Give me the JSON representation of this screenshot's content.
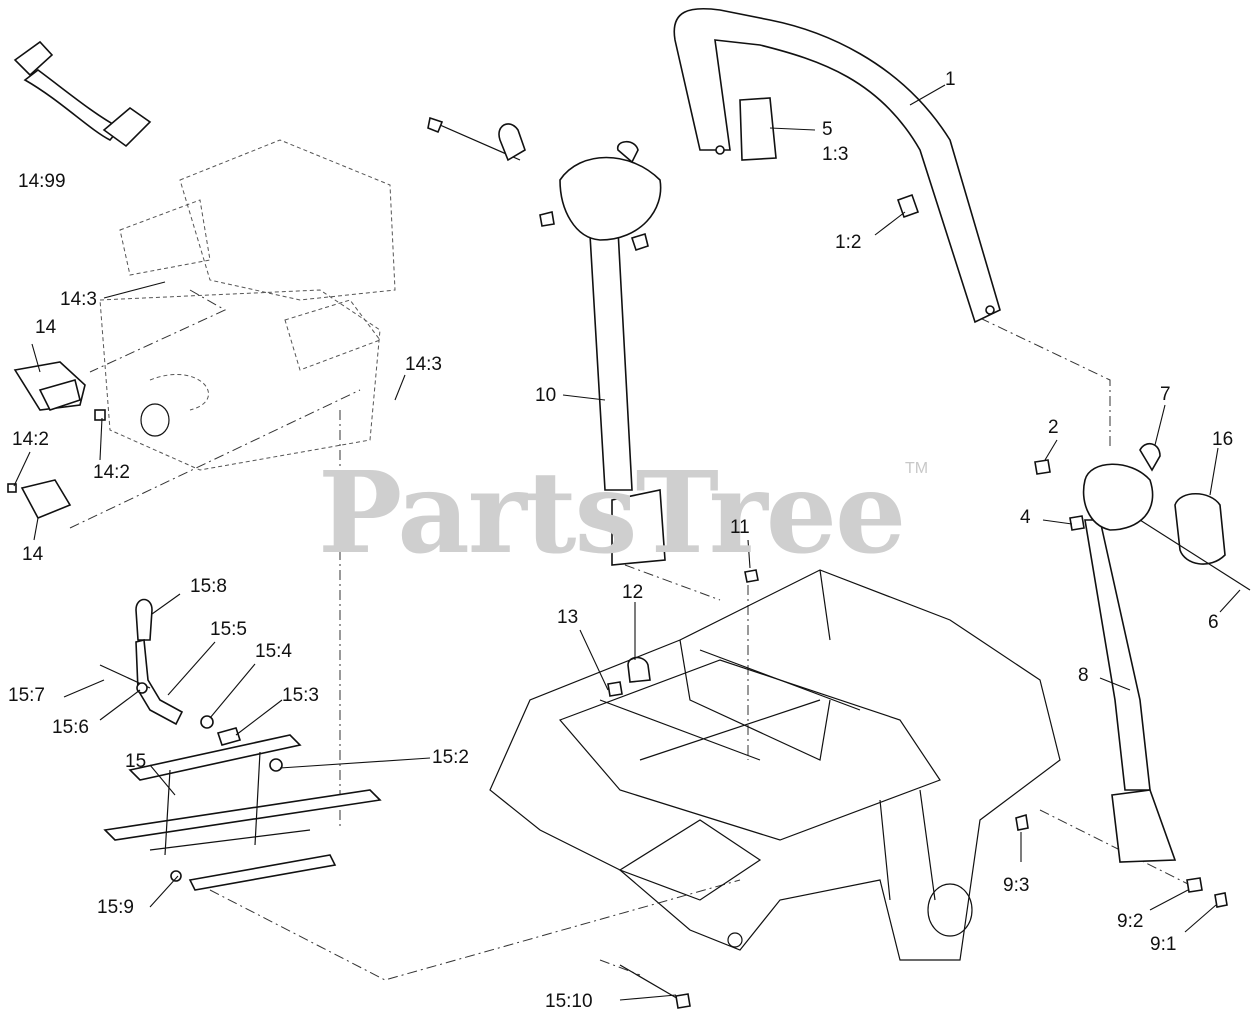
{
  "watermark": {
    "text": "PartsTree",
    "trademark": "TM"
  },
  "callouts": {
    "c1": "1",
    "c2": "2",
    "c4": "4",
    "c5": "5",
    "c6": "6",
    "c7": "7",
    "c8": "8",
    "c9_1": "9:1",
    "c9_2": "9:2",
    "c9_3": "9:3",
    "c10": "10",
    "c11": "11",
    "c12": "12",
    "c13": "13",
    "c1_2": "1:2",
    "c1_3": "1:3",
    "c14_99": "14:99",
    "c14_3a": "14:3",
    "c14_3b": "14:3",
    "c14a": "14",
    "c14b": "14",
    "c14_2a": "14:2",
    "c14_2b": "14:2",
    "c15": "15",
    "c15_2": "15:2",
    "c15_3": "15:3",
    "c15_4": "15:4",
    "c15_5": "15:5",
    "c15_6": "15:6",
    "c15_7": "15:7",
    "c15_8": "15:8",
    "c15_9": "15:9",
    "c15_10": "15:10",
    "c16": "16"
  }
}
